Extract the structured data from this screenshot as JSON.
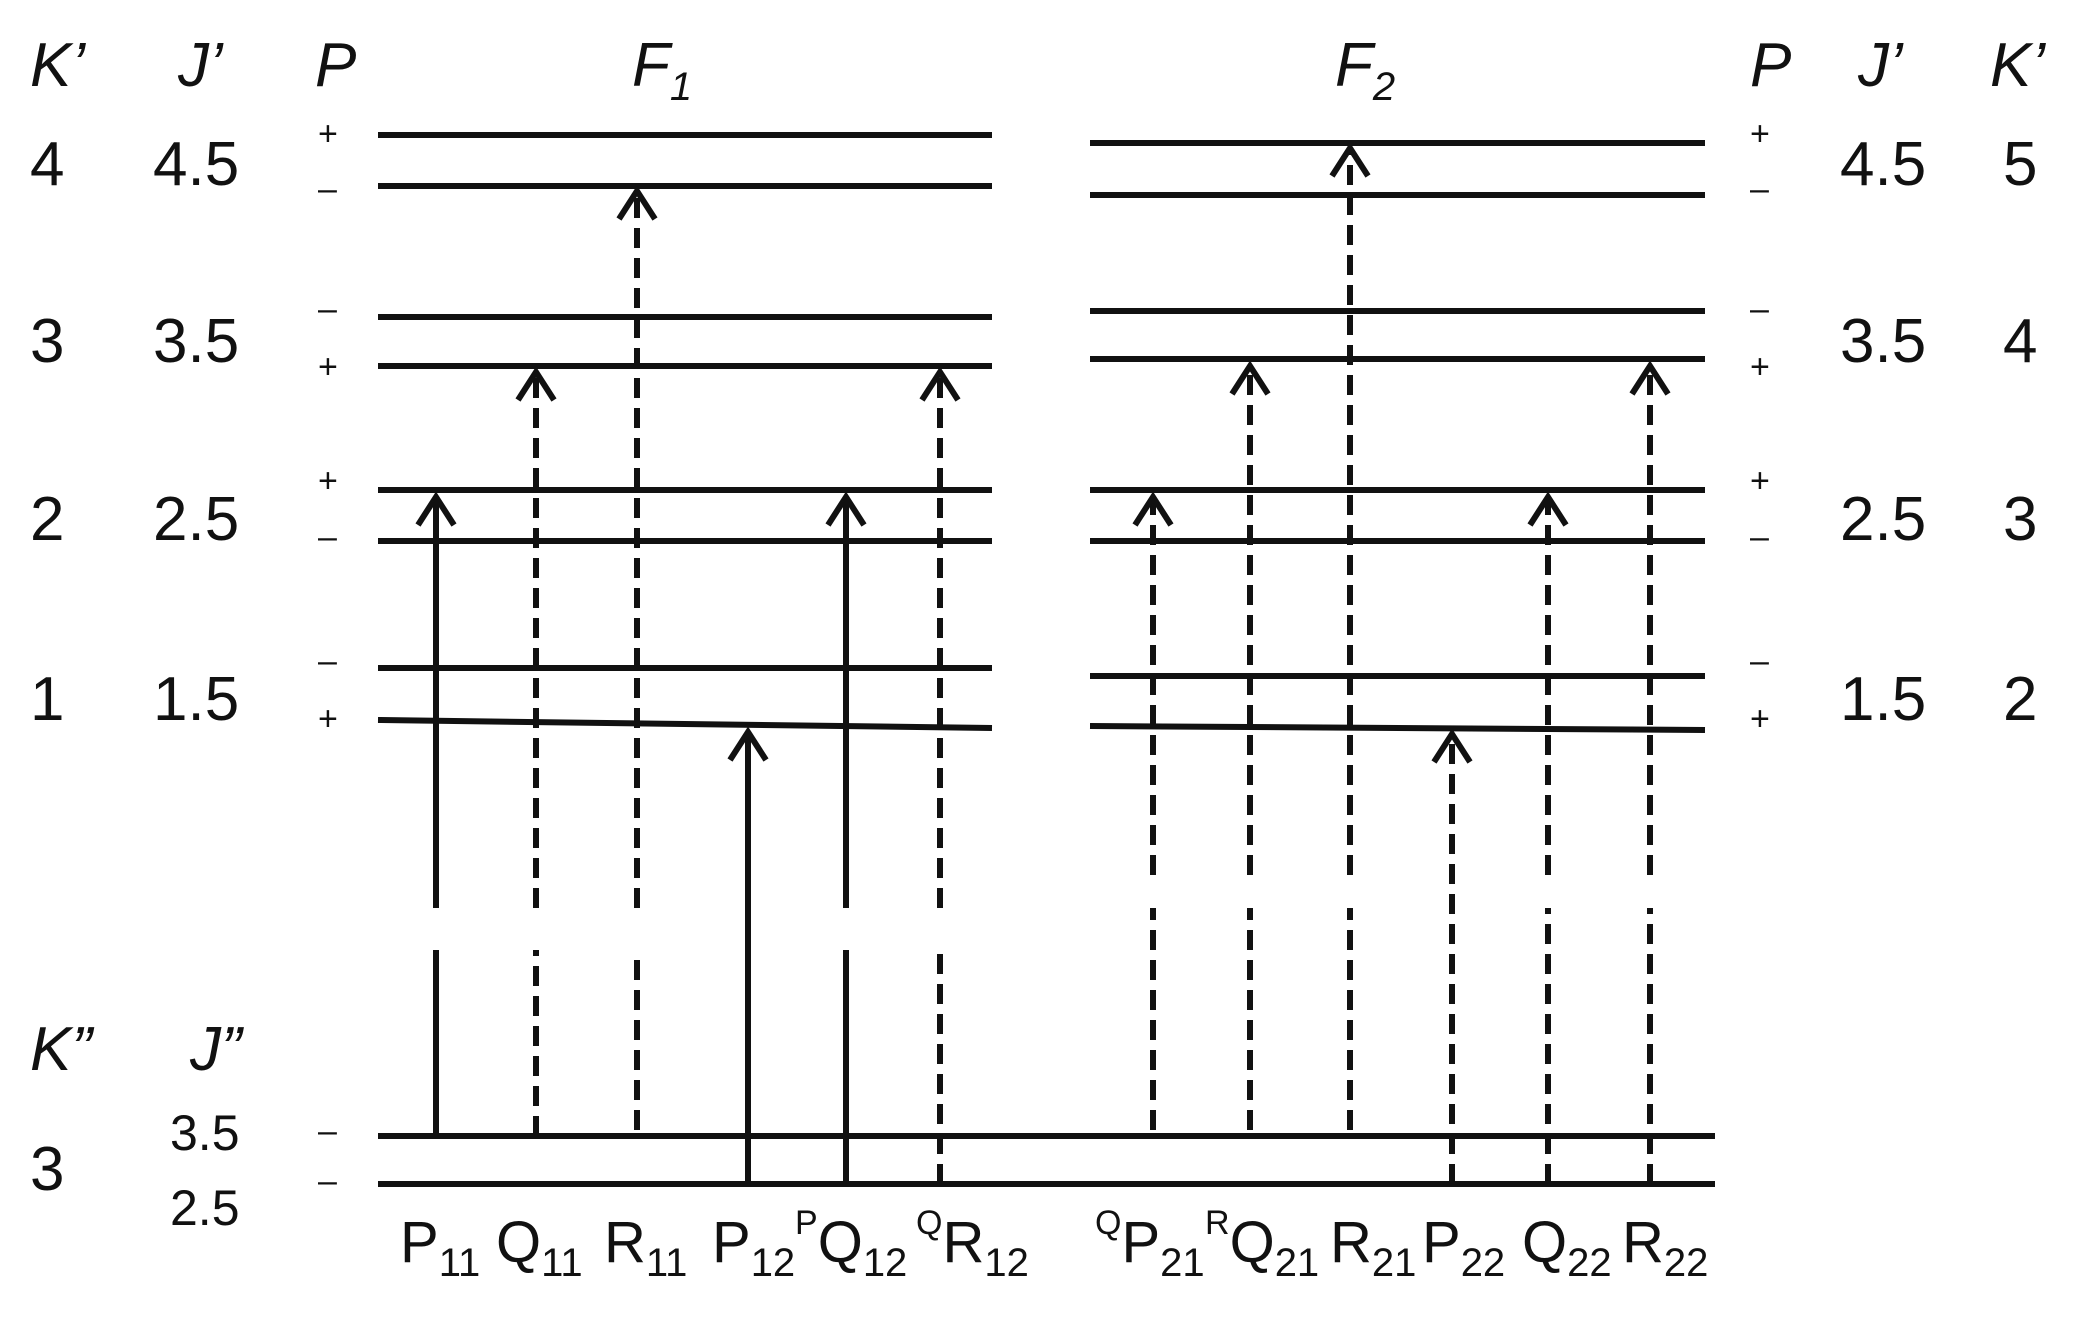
{
  "headers": {
    "left": {
      "K": "K’",
      "J": "J’",
      "P": "P"
    },
    "right": {
      "P": "P",
      "J": "J’",
      "K": "K’"
    },
    "F1": {
      "base": "F",
      "sub": "1"
    },
    "F2": {
      "base": "F",
      "sub": "2"
    },
    "lower": {
      "K": "K”",
      "J": "J”"
    }
  },
  "upper_levels_F1": [
    {
      "K": "4",
      "J": "4.5",
      "parity_top": "+",
      "parity_bottom": "–"
    },
    {
      "K": "3",
      "J": "3.5",
      "parity_top": "–",
      "parity_bottom": "+"
    },
    {
      "K": "2",
      "J": "2.5",
      "parity_top": "+",
      "parity_bottom": "–"
    },
    {
      "K": "1",
      "J": "1.5",
      "parity_top": "–",
      "parity_bottom": "+"
    }
  ],
  "upper_levels_F2": [
    {
      "K": "5",
      "J": "4.5",
      "parity_top": "+",
      "parity_bottom": "–"
    },
    {
      "K": "4",
      "J": "3.5",
      "parity_top": "–",
      "parity_bottom": "+"
    },
    {
      "K": "3",
      "J": "2.5",
      "parity_top": "+",
      "parity_bottom": "–"
    },
    {
      "K": "2",
      "J": "1.5",
      "parity_top": "–",
      "parity_bottom": "+"
    }
  ],
  "lower_level": {
    "K": "3",
    "J_top": "3.5",
    "J_bottom": "2.5",
    "parity_top": "–",
    "parity_bottom": "–"
  },
  "transitions": [
    {
      "pre": "",
      "base": "P",
      "sub": "11",
      "style": "solid"
    },
    {
      "pre": "",
      "base": "Q",
      "sub": "11",
      "style": "dashed"
    },
    {
      "pre": "",
      "base": "R",
      "sub": "11",
      "style": "dashed"
    },
    {
      "pre": "",
      "base": "P",
      "sub": "12",
      "style": "solid"
    },
    {
      "pre": "P",
      "base": "Q",
      "sub": "12",
      "style": "solid"
    },
    {
      "pre": "Q",
      "base": "R",
      "sub": "12",
      "style": "dashed"
    },
    {
      "pre": "Q",
      "base": "P",
      "sub": "21",
      "style": "dashed"
    },
    {
      "pre": "R",
      "base": "Q",
      "sub": "21",
      "style": "dashed"
    },
    {
      "pre": "",
      "base": "R",
      "sub": "21",
      "style": "dashed"
    },
    {
      "pre": "",
      "base": "P",
      "sub": "22",
      "style": "dashed"
    },
    {
      "pre": "",
      "base": "Q",
      "sub": "22",
      "style": "dashed"
    },
    {
      "pre": "",
      "base": "R",
      "sub": "22",
      "style": "dashed"
    }
  ]
}
